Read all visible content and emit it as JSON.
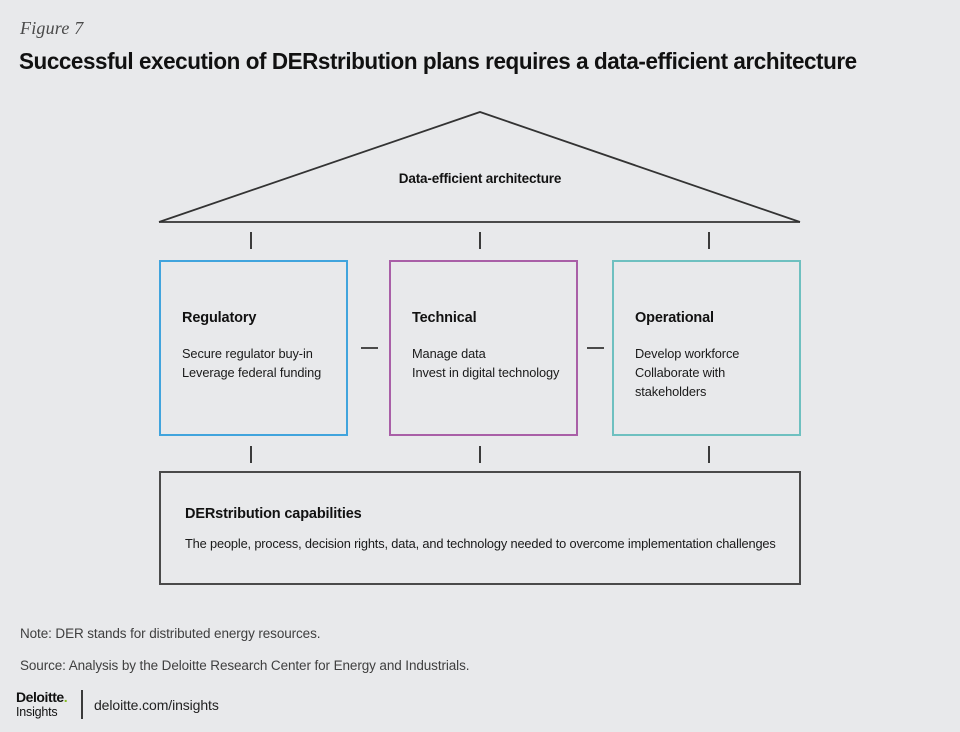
{
  "figure": {
    "label": "Figure 7",
    "title": "Successful execution of DERstribution plans requires a data-efficient architecture"
  },
  "colors": {
    "background": "#e8e9eb",
    "regulatory_border": "#41a4dd",
    "technical_border": "#a95fa7",
    "operational_border": "#6ec0c0",
    "foundation_border": "#4a4a4a",
    "roof_stroke": "#333333",
    "logo_dot": "#86bc25"
  },
  "roof": {
    "label": "Data-efficient architecture"
  },
  "pillars": [
    {
      "id": "regulatory",
      "heading": "Regulatory",
      "items": [
        "Secure regulator buy-in",
        "Leverage federal funding"
      ]
    },
    {
      "id": "technical",
      "heading": "Technical",
      "items": [
        "Manage data",
        "Invest in digital technology"
      ]
    },
    {
      "id": "operational",
      "heading": "Operational",
      "items": [
        "Develop workforce",
        "Collaborate with stakeholders"
      ]
    }
  ],
  "foundation": {
    "heading": "DERstribution capabilities",
    "description": "The people, process, decision rights, data, and technology needed to overcome implementation challenges"
  },
  "footer": {
    "note": "Note: DER stands for distributed energy resources.",
    "source": "Source: Analysis by the Deloitte Research Center for Energy and Industrials.",
    "logo_primary": "Deloitte",
    "logo_dot": ".",
    "logo_secondary": "Insights",
    "url": "deloitte.com/insights"
  }
}
